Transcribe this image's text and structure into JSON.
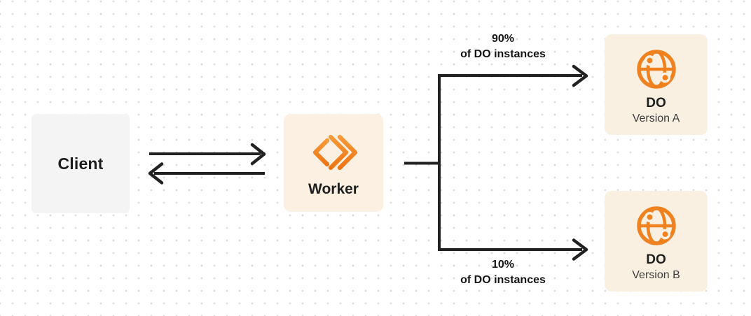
{
  "diagram": {
    "nodes": {
      "client": {
        "label": "Client"
      },
      "worker": {
        "label": "Worker",
        "icon": "workers-chevron-icon"
      },
      "do_version_a": {
        "title": "DO",
        "subtitle": "Version A",
        "icon": "globe-icon"
      },
      "do_version_b": {
        "title": "DO",
        "subtitle": "Version B",
        "icon": "globe-icon"
      }
    },
    "edges": {
      "client_worker": {
        "type": "bidirectional-arrows"
      },
      "top_route": {
        "percent": "90%",
        "caption": "of DO instances",
        "target": "DO Version A"
      },
      "bottom_route": {
        "percent": "10%",
        "caption": "of DO instances",
        "target": "DO Version B"
      }
    },
    "colors": {
      "accent_orange": "#F0811F",
      "worker_box_bg": "#FBF0E1",
      "do_box_bg": "#FAF0E2",
      "client_box_bg": "#F4F4F5",
      "line_dark": "#212121",
      "dot_grid": "#DEDDDB",
      "background": "#FFFFFF"
    }
  }
}
